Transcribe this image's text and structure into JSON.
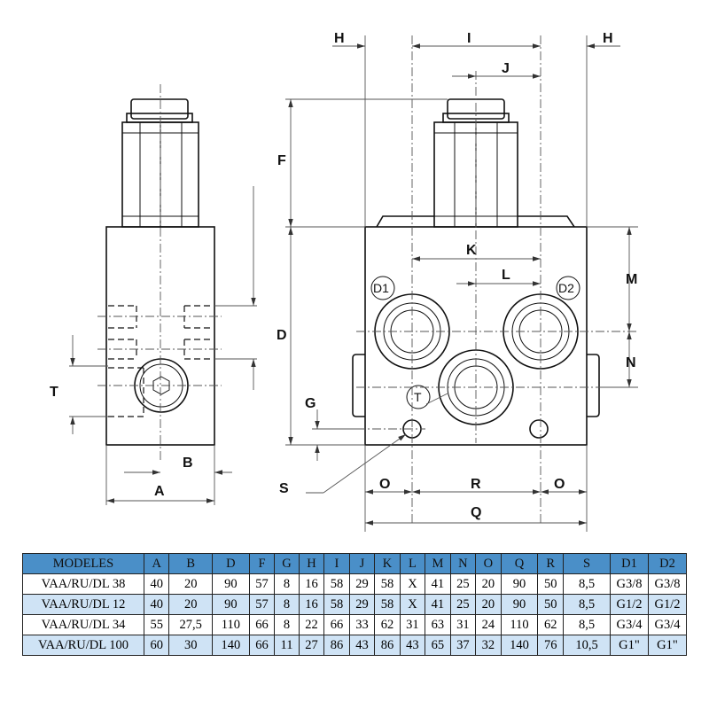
{
  "dimension_labels": {
    "A": "A",
    "B": "B",
    "D": "D",
    "F": "F",
    "G": "G",
    "H": "H",
    "I": "I",
    "J": "J",
    "K": "K",
    "L": "L",
    "M": "M",
    "N": "N",
    "O": "O",
    "Q": "Q",
    "R": "R",
    "S": "S",
    "T": "T"
  },
  "port_labels": {
    "d1": "D1",
    "d2": "D2",
    "t": "T"
  },
  "table": {
    "headers": [
      "MODELES",
      "A",
      "B",
      "D",
      "F",
      "G",
      "H",
      "I",
      "J",
      "K",
      "L",
      "M",
      "N",
      "O",
      "Q",
      "R",
      "S",
      "D1",
      "D2"
    ],
    "rows": [
      [
        "VAA/RU/DL 38",
        "40",
        "20",
        "90",
        "57",
        "8",
        "16",
        "58",
        "29",
        "58",
        "X",
        "41",
        "25",
        "20",
        "90",
        "50",
        "8,5",
        "G3/8",
        "G3/8"
      ],
      [
        "VAA/RU/DL 12",
        "40",
        "20",
        "90",
        "57",
        "8",
        "16",
        "58",
        "29",
        "58",
        "X",
        "41",
        "25",
        "20",
        "90",
        "50",
        "8,5",
        "G1/2",
        "G1/2"
      ],
      [
        "VAA/RU/DL 34",
        "55",
        "27,5",
        "110",
        "66",
        "8",
        "22",
        "66",
        "33",
        "62",
        "31",
        "63",
        "31",
        "24",
        "110",
        "62",
        "8,5",
        "G3/4",
        "G3/4"
      ],
      [
        "VAA/RU/DL 100",
        "60",
        "30",
        "140",
        "66",
        "11",
        "27",
        "86",
        "43",
        "86",
        "43",
        "65",
        "37",
        "32",
        "140",
        "76",
        "10,5",
        "G1\"",
        "G1\""
      ]
    ]
  },
  "colors": {
    "header_bg": "#4a8fc8",
    "row_alt_bg": "#cfe3f5",
    "line": "#111111"
  }
}
